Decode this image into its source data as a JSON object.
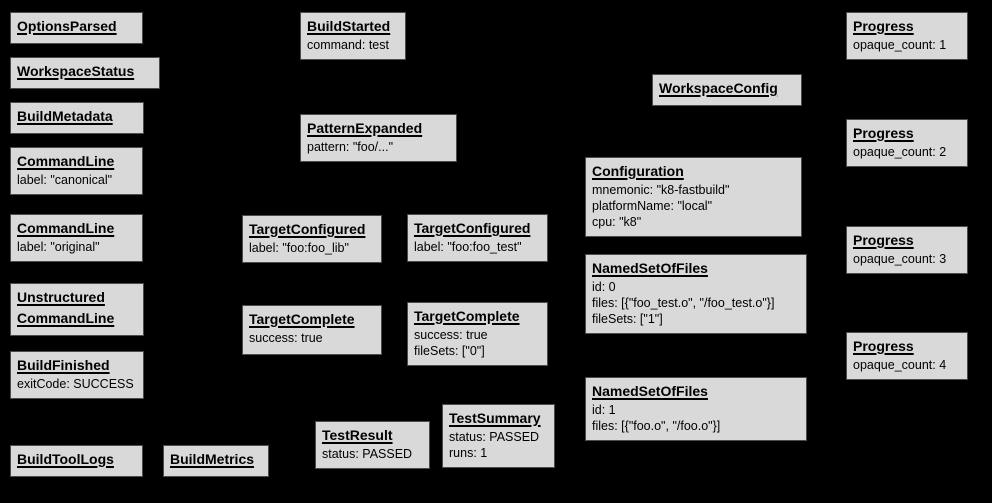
{
  "colors": {
    "background": "#000000",
    "node_fill": "#d9d9d9",
    "node_border": "#4b4b4b",
    "text": "#000000"
  },
  "nodes": [
    {
      "title": "OptionsParsed",
      "lines": []
    },
    {
      "title": "WorkspaceStatus",
      "lines": []
    },
    {
      "title": "BuildMetadata",
      "lines": []
    },
    {
      "title": "CommandLine",
      "lines": [
        "label: \"canonical\""
      ]
    },
    {
      "title": "CommandLine",
      "lines": [
        "label: \"original\""
      ]
    },
    {
      "title": "Unstructured\nCommandLine",
      "lines": []
    },
    {
      "title": "BuildFinished",
      "lines": [
        "exitCode: SUCCESS"
      ]
    },
    {
      "title": "BuildToolLogs",
      "lines": []
    },
    {
      "title": "BuildMetrics",
      "lines": []
    },
    {
      "title": "BuildStarted",
      "lines": [
        "command: test"
      ]
    },
    {
      "title": "PatternExpanded",
      "lines": [
        "pattern: \"foo/...\""
      ]
    },
    {
      "title": "TargetConfigured",
      "lines": [
        "label: \"foo:foo_lib\""
      ]
    },
    {
      "title": "TargetConfigured",
      "lines": [
        "label: \"foo:foo_test\""
      ]
    },
    {
      "title": "TargetComplete",
      "lines": [
        "success: true"
      ]
    },
    {
      "title": "TargetComplete",
      "lines": [
        "success: true",
        "fileSets: [\"0\"]"
      ]
    },
    {
      "title": "TestResult",
      "lines": [
        "status: PASSED"
      ]
    },
    {
      "title": "TestSummary",
      "lines": [
        "status: PASSED",
        "runs: 1"
      ]
    },
    {
      "title": "WorkspaceConfig",
      "lines": []
    },
    {
      "title": "Configuration",
      "lines": [
        "mnemonic: \"k8-fastbuild\"",
        "platformName: \"local\"",
        "cpu: \"k8\""
      ]
    },
    {
      "title": "NamedSetOfFiles",
      "lines": [
        "id: 0",
        "files: [{\"foo_test.o\", \"/foo_test.o\"}]",
        "fileSets: [\"1\"]"
      ]
    },
    {
      "title": "NamedSetOfFiles",
      "lines": [
        "id: 1",
        "files: [{\"foo.o\", \"/foo.o\"}]"
      ]
    },
    {
      "title": "Progress",
      "lines": [
        "opaque_count: 1"
      ]
    },
    {
      "title": "Progress",
      "lines": [
        "opaque_count: 2"
      ]
    },
    {
      "title": "Progress",
      "lines": [
        "opaque_count: 3"
      ]
    },
    {
      "title": "Progress",
      "lines": [
        "opaque_count: 4"
      ]
    }
  ]
}
